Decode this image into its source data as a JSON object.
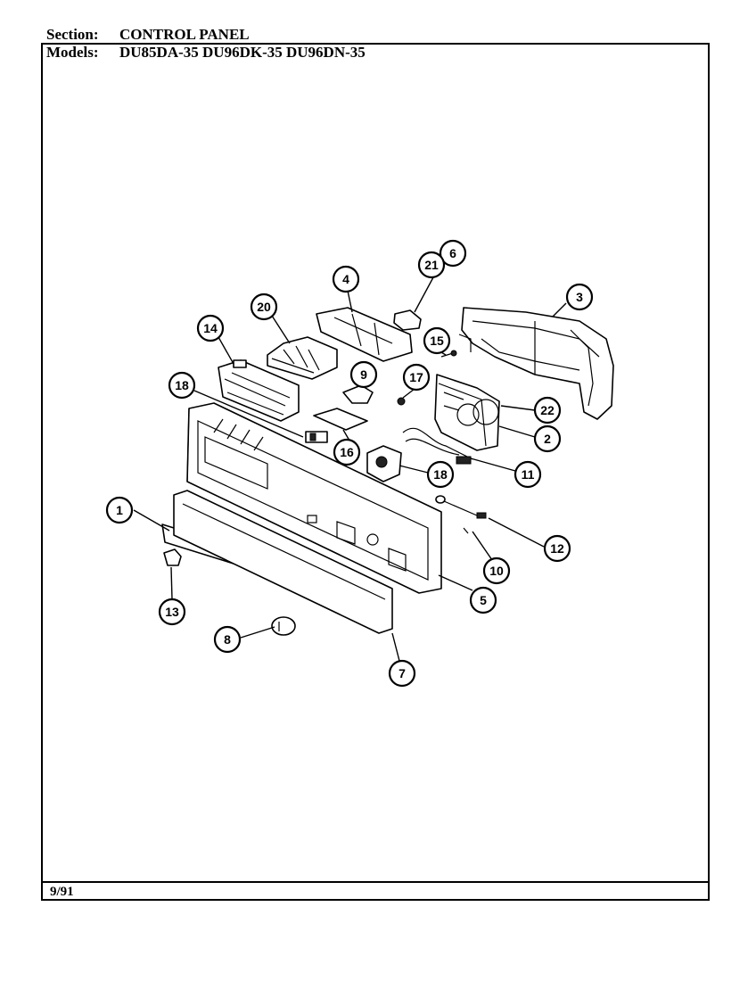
{
  "header": {
    "section_label": "Section:",
    "section_value": "CONTROL PANEL",
    "models_label": "Models:",
    "models_value": "DU85DA-35  DU96DK-35  DU96DN-35"
  },
  "footer": {
    "date": "9/91"
  },
  "callouts": [
    {
      "id": "c1",
      "label": "1"
    },
    {
      "id": "c2",
      "label": "2"
    },
    {
      "id": "c3",
      "label": "3"
    },
    {
      "id": "c4",
      "label": "4"
    },
    {
      "id": "c5",
      "label": "5"
    },
    {
      "id": "c6",
      "label": "6"
    },
    {
      "id": "c7",
      "label": "7"
    },
    {
      "id": "c8",
      "label": "8"
    },
    {
      "id": "c9",
      "label": "9"
    },
    {
      "id": "c10",
      "label": "10"
    },
    {
      "id": "c11",
      "label": "11"
    },
    {
      "id": "c12",
      "label": "12"
    },
    {
      "id": "c13",
      "label": "13"
    },
    {
      "id": "c14",
      "label": "14"
    },
    {
      "id": "c15",
      "label": "15"
    },
    {
      "id": "c16",
      "label": "16"
    },
    {
      "id": "c17",
      "label": "17"
    },
    {
      "id": "c18a",
      "label": "18"
    },
    {
      "id": "c18b",
      "label": "18"
    },
    {
      "id": "c20",
      "label": "20"
    },
    {
      "id": "c21",
      "label": "21"
    },
    {
      "id": "c22",
      "label": "22"
    }
  ]
}
